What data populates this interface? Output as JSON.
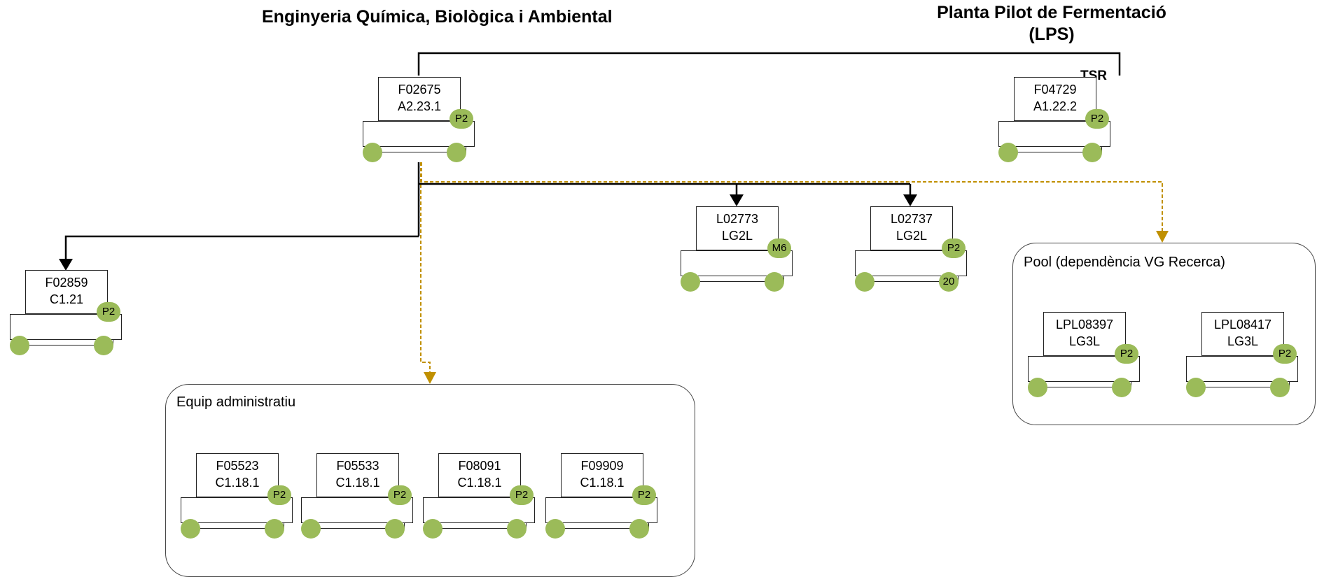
{
  "titles": {
    "dept": "Enginyeria Química, Biològica i Ambiental",
    "plant_line1": "Planta Pilot de Fermentació",
    "plant_line2": "(LPS)"
  },
  "tag_tsr": "TSR",
  "groups": {
    "admin": "Equip administratiu",
    "pool": "Pool (dependència VG Recerca)"
  },
  "nodes": {
    "f02675": {
      "id": "F02675",
      "loc": "A2.23.1",
      "badge": "P2"
    },
    "f04729": {
      "id": "F04729",
      "loc": "A1.22.2",
      "badge": "P2"
    },
    "l02773": {
      "id": "L02773",
      "loc": "LG2L",
      "badge": "M6"
    },
    "l02737": {
      "id": "L02737",
      "loc": "LG2L",
      "badge": "P2",
      "wheel_badge": "20"
    },
    "f02859": {
      "id": "F02859",
      "loc": "C1.21",
      "badge": "P2"
    },
    "f05523": {
      "id": "F05523",
      "loc": "C1.18.1",
      "badge": "P2"
    },
    "f05533": {
      "id": "F05533",
      "loc": "C1.18.1",
      "badge": "P2"
    },
    "f08091": {
      "id": "F08091",
      "loc": "C1.18.1",
      "badge": "P2"
    },
    "f09909": {
      "id": "F09909",
      "loc": "C1.18.1",
      "badge": "P2"
    },
    "lpl08397": {
      "id": "LPL08397",
      "loc": "LG3L",
      "badge": "P2"
    },
    "lpl08417": {
      "id": "LPL08417",
      "loc": "LG3L",
      "badge": "P2"
    }
  },
  "colors": {
    "wheel": "#9bbb59",
    "dashed": "#c09000",
    "line": "#000000"
  }
}
